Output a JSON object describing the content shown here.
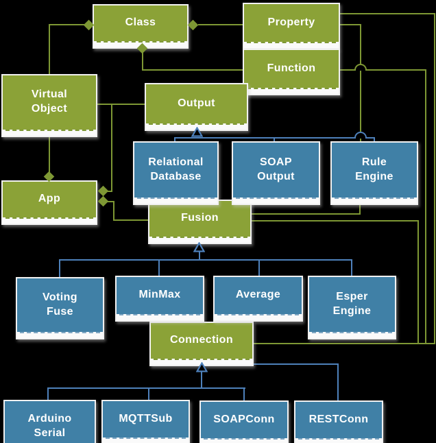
{
  "diagram": {
    "background": "#000000",
    "colors": {
      "green_class_fill": "#8BA237",
      "green_connector": "#7E9834",
      "blue_class_fill": "#4080A6",
      "blue_connector": "#4E81BB",
      "node_border": "#F1F1F1",
      "label_text": "#FFFFFF"
    },
    "nodes": {
      "class": {
        "label": "Class",
        "lines": [
          "Class"
        ]
      },
      "property": {
        "label": "Property",
        "lines": [
          "Property"
        ]
      },
      "function": {
        "label": "Function",
        "lines": [
          "Function"
        ]
      },
      "virtual_object": {
        "label": "Virtual Object",
        "lines": [
          "Virtual",
          "Object"
        ]
      },
      "output": {
        "label": "Output",
        "lines": [
          "Output"
        ]
      },
      "app": {
        "label": "App",
        "lines": [
          "App"
        ]
      },
      "fusion": {
        "label": "Fusion",
        "lines": [
          "Fusion"
        ]
      },
      "connection": {
        "label": "Connection",
        "lines": [
          "Connection"
        ]
      },
      "relational_database": {
        "label": "Relational Database",
        "lines": [
          "Relational",
          "Database"
        ]
      },
      "soap_output": {
        "label": "SOAP Output",
        "lines": [
          "SOAP",
          "Output"
        ]
      },
      "rule_engine": {
        "label": "Rule Engine",
        "lines": [
          "Rule",
          "Engine"
        ]
      },
      "voting_fuse": {
        "label": "Voting Fuse",
        "lines": [
          "Voting",
          "Fuse"
        ]
      },
      "minmax": {
        "label": "MinMax",
        "lines": [
          "MinMax"
        ]
      },
      "average": {
        "label": "Average",
        "lines": [
          "Average"
        ]
      },
      "esper_engine": {
        "label": "Esper Engine",
        "lines": [
          "Esper",
          "Engine"
        ]
      },
      "arduino_serial": {
        "label": "Arduino Serial",
        "lines": [
          "Arduino",
          "Serial"
        ]
      },
      "mqttsub": {
        "label": "MQTTSub",
        "lines": [
          "MQTTSub"
        ]
      },
      "soapconn": {
        "label": "SOAPConn",
        "lines": [
          "SOAPConn"
        ]
      },
      "restconn": {
        "label": "RESTConn",
        "lines": [
          "RESTConn"
        ]
      }
    },
    "relationships": [
      {
        "from": "Class",
        "to": "Virtual Object",
        "type": "aggregation",
        "diamond_at": "Class"
      },
      {
        "from": "Class",
        "to": "Property",
        "type": "aggregation",
        "diamond_at": "Class"
      },
      {
        "from": "Class",
        "to": "Function",
        "type": "aggregation",
        "diamond_at": "Class"
      },
      {
        "from": "Virtual Object",
        "to": "Output",
        "type": "association"
      },
      {
        "from": "App",
        "to": "Virtual Object",
        "type": "aggregation",
        "diamond_at": "App"
      },
      {
        "from": "App",
        "to": "Output",
        "type": "aggregation",
        "diamond_at": "App"
      },
      {
        "from": "App",
        "to": "Fusion",
        "type": "aggregation",
        "diamond_at": "App"
      },
      {
        "from": "Property",
        "to": "Rule Engine",
        "type": "association"
      },
      {
        "from": "Property",
        "to": "Connection",
        "type": "association"
      },
      {
        "from": "Function",
        "to": "Connection",
        "type": "association"
      },
      {
        "from": "Rule Engine",
        "to": "Fusion",
        "type": "association"
      },
      {
        "from": "Fusion",
        "to": "Connection",
        "type": "association"
      },
      {
        "from": "Output",
        "to": "Relational Database",
        "type": "generalization"
      },
      {
        "from": "Output",
        "to": "SOAP Output",
        "type": "generalization"
      },
      {
        "from": "Output",
        "to": "Rule Engine",
        "type": "generalization"
      },
      {
        "from": "Fusion",
        "to": "Voting Fuse",
        "type": "generalization"
      },
      {
        "from": "Fusion",
        "to": "MinMax",
        "type": "generalization"
      },
      {
        "from": "Fusion",
        "to": "Average",
        "type": "generalization"
      },
      {
        "from": "Fusion",
        "to": "Esper Engine",
        "type": "generalization"
      },
      {
        "from": "Connection",
        "to": "Arduino Serial",
        "type": "generalization"
      },
      {
        "from": "Connection",
        "to": "MQTTSub",
        "type": "generalization"
      },
      {
        "from": "Connection",
        "to": "SOAPConn",
        "type": "generalization"
      },
      {
        "from": "Connection",
        "to": "RESTConn",
        "type": "generalization"
      }
    ]
  }
}
